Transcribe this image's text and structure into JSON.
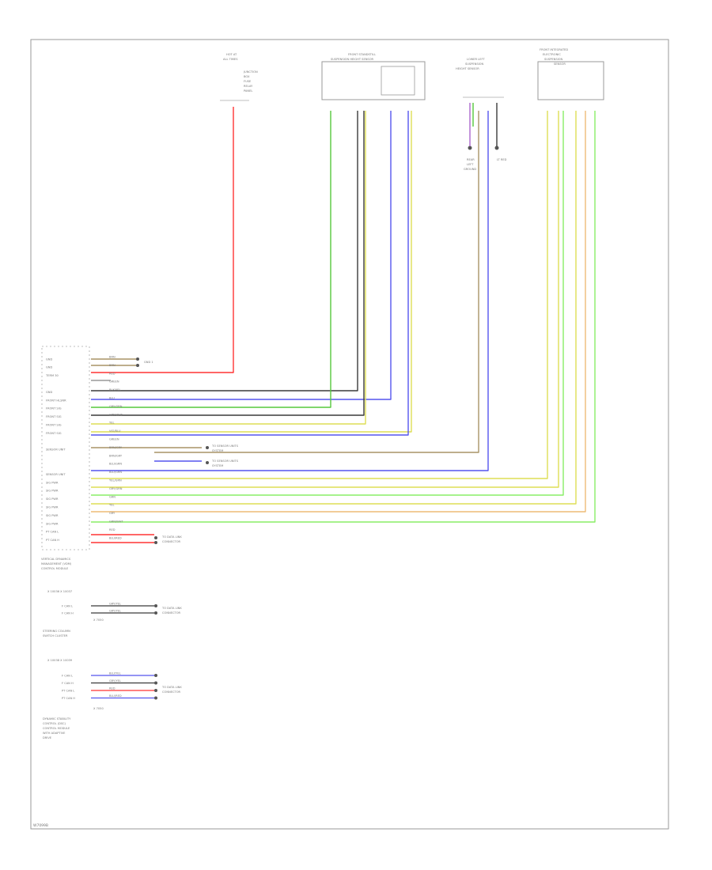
{
  "diagram": {
    "footer_code": "W7099B",
    "colors": {
      "red": "#ff3333",
      "green": "#55c83c",
      "black": "#3a3a3a",
      "blue": "#5555ee",
      "yellow": "#dede55",
      "brown": "#a89466",
      "violet": "#aa66cc",
      "gray": "#999999",
      "lightgreen": "#88ee66",
      "orange": "#eebb77"
    },
    "top_components": [
      {
        "id": "hot_fuse",
        "lines": [
          "HOT AT",
          "ALL TIMES"
        ]
      },
      {
        "id": "front_sensor",
        "lines": [
          "FRONT STANDSTILL",
          "SUSPENSION HEIGHT SENSOR"
        ]
      },
      {
        "id": "rear_sensor",
        "lines": [
          "LOWER LEFT",
          "SUSPENSION",
          "HEIGHT SENSOR"
        ]
      },
      {
        "id": "integrated_sensor",
        "lines": [
          "FRONT INTEGRATED",
          "ELECTRONIC",
          "SUSPENSION",
          "SENSOR"
        ]
      }
    ],
    "fuse_side_notes": [
      "JUNCTION",
      "BOX",
      "FUSE",
      "RELAY",
      "PANEL"
    ],
    "ground_note": [
      "REAR",
      "LEFT",
      "GROUND"
    ],
    "ground_note_right": "LT RED",
    "module_pins": [
      {
        "label": "GND",
        "wire": "BRN",
        "color_key": "brown"
      },
      {
        "label": "GND",
        "wire": "BRN",
        "color_key": "brown"
      },
      {
        "label": "TERM 30",
        "wire": "RED",
        "color_key": "red"
      },
      {
        "label": "",
        "wire": "GREEN",
        "color_key": "gray"
      },
      {
        "label": "GND",
        "wire": "BLK/YEL",
        "color_key": "black"
      },
      {
        "label": "FRONT HLSNR",
        "wire": "BLU",
        "color_key": "blue"
      },
      {
        "label": "FRONT SIG",
        "wire": "GRY/GRN",
        "color_key": "black"
      },
      {
        "label": "FRONT SIG",
        "wire": "GRY/WHT",
        "color_key": "yellow"
      },
      {
        "label": "FRONT SIG",
        "wire": "YEL",
        "color_key": "yellow"
      },
      {
        "label": "FRONT SIG",
        "wire": "VIO/BLU",
        "color_key": "blue"
      },
      {
        "label": "",
        "wire": "GREEN",
        "color_key": "gray"
      },
      {
        "label": "SENSOR UNIT",
        "wire": "BRN/GRY",
        "color_key": "brown"
      },
      {
        "label": "",
        "wire": "BRN/GRY",
        "color_key": "brown"
      },
      {
        "label": "",
        "wire": "BLU/GRN",
        "color_key": "blue"
      },
      {
        "label": "SENSOR UNIT",
        "wire": "BLU/GRN",
        "color_key": "blue"
      },
      {
        "label": "SIG PWR",
        "wire": "YEL/GRN",
        "color_key": "yellow"
      },
      {
        "label": "SIG PWR",
        "wire": "GRY/GRN",
        "color_key": "yellow"
      },
      {
        "label": "SIG PWR",
        "wire": "GRN",
        "color_key": "lightgreen"
      },
      {
        "label": "SIG PWR",
        "wire": "YEL",
        "color_key": "yellow"
      },
      {
        "label": "SIG PWR",
        "wire": "GRY",
        "color_key": "orange"
      },
      {
        "label": "SIG PWR",
        "wire": "GRN/WHT",
        "color_key": "lightgreen"
      },
      {
        "label": "PT CAN L",
        "wire": "RED",
        "color_key": "red"
      },
      {
        "label": "PT CAN H",
        "wire": "BLU/RED",
        "color_key": "red"
      }
    ],
    "module_caption": [
      "VERTICAL DYNAMICS",
      "MANAGEMENT (VDM)",
      "CONTROL MODULE"
    ],
    "branch_notes": {
      "ground": "GND 1",
      "to_sensors": [
        "TO SENSOR UNITS",
        "SYSTEM"
      ],
      "to_sensors_2": [
        "TO SENSOR UNITS",
        "SYSTEM"
      ],
      "to_can": [
        "TO DATA LINK",
        "CONNECTOR"
      ]
    },
    "module2": {
      "header": "X 10036 X 10037",
      "pins": [
        {
          "label": "F CAN L",
          "wire": "GRY/YEL",
          "color_key": "black"
        },
        {
          "label": "F CAN H",
          "wire": "GRY/YEL",
          "color_key": "black"
        }
      ],
      "footer": "X 7050",
      "note": [
        "TO DATA LINK",
        "CONNECTOR"
      ],
      "caption": [
        "STEERING COLUMN",
        "SWITCH CLUSTER"
      ]
    },
    "module3": {
      "header": "X 10038 X 10039",
      "pins": [
        {
          "label": "F CAN L",
          "wire": "BLU/YEL",
          "color_key": "blue"
        },
        {
          "label": "F CAN H",
          "wire": "GRY/YEL",
          "color_key": "black"
        },
        {
          "label": "PT CAN L",
          "wire": "RED",
          "color_key": "red"
        },
        {
          "label": "PT CAN H",
          "wire": "BLU/RED",
          "color_key": "blue"
        }
      ],
      "footer": "X 7050",
      "note": [
        "TO DATA LINK",
        "CONNECTOR"
      ],
      "caption": [
        "DYNAMIC STABILITY",
        "CONTROL (DSC)",
        "CONTROL MODULE",
        "WITH ADAPTIVE",
        "DRIVE"
      ]
    }
  }
}
